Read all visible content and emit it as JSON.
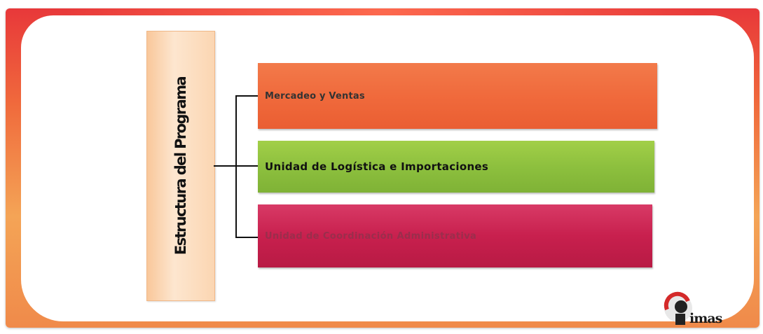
{
  "diagram": {
    "title": "Estructura del Programa",
    "items": [
      {
        "label": "Mercadeo y Ventas",
        "color": "#f06a3c"
      },
      {
        "label": "Unidad de Logística e Importaciones",
        "color": "#8dc03e"
      },
      {
        "label": "Unidad de Coordinación Administrativa",
        "color": "#c8204e"
      }
    ],
    "frame_colors": {
      "top": "#e8383a",
      "bottom": "#f4a456"
    },
    "title_box_color": "#fde6cf"
  },
  "logo": {
    "wordmark": "imas",
    "icon": "imas-logo-icon"
  }
}
